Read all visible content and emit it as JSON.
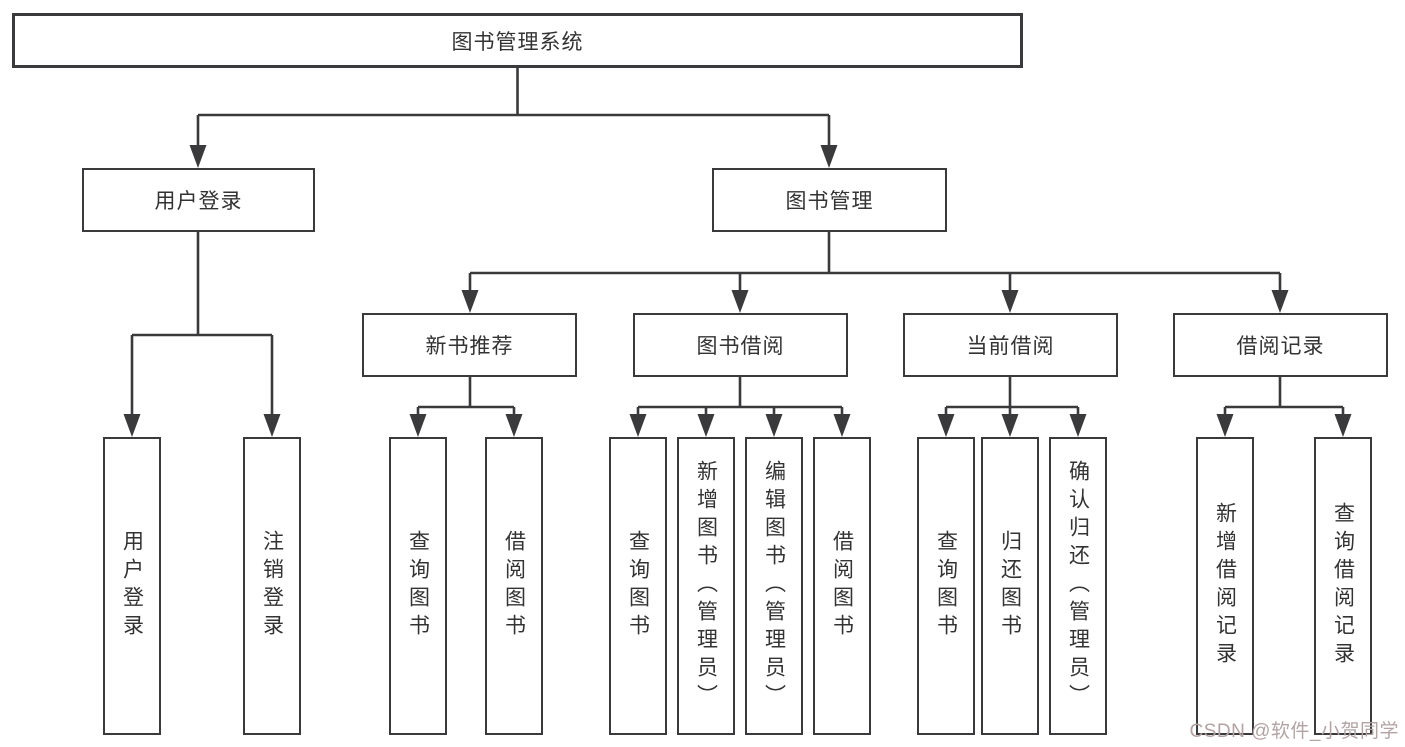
{
  "nodes": {
    "root": "图书管理系统",
    "user_login": "用户登录",
    "book_mgmt": "图书管理",
    "new_book_rec": "新书推荐",
    "book_borrow": "图书借阅",
    "current_borrow": "当前借阅",
    "borrow_records": "借阅记录",
    "leaf_user_login": "用户登录",
    "leaf_logout": "注销登录",
    "leaf_nb_search": "查询图书",
    "leaf_nb_borrow": "借阅图书",
    "leaf_bb_search": "查询图书",
    "leaf_bb_add": "新增图书（管理员）",
    "leaf_bb_edit": "编辑图书（管理员）",
    "leaf_bb_borrow": "借阅图书",
    "leaf_cb_search": "查询图书",
    "leaf_cb_return": "归还图书",
    "leaf_cb_confirm": "确认归还（管理员）",
    "leaf_br_add": "新增借阅记录",
    "leaf_br_search": "查询借阅记录"
  },
  "watermark": {
    "text": "CSDN @软件_小贺同学"
  },
  "colors": {
    "line": "#3a3a3c",
    "text": "#333333",
    "box_background": "#ffffff",
    "watermark": "#b3a3a3"
  },
  "diagram_type": "hierarchy-tree"
}
